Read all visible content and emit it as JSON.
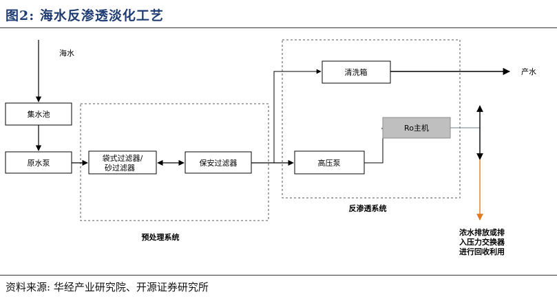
{
  "header": {
    "title": "图2:  海水反渗透淡化工艺"
  },
  "footer": {
    "source": "资料来源: 华经产业研究院、开源证券研究所"
  },
  "diagram": {
    "labels": {
      "seawater": "海水",
      "collection_pool": "集水池",
      "raw_pump": "原水泵",
      "bag_filter_line1": "袋式过滤器/",
      "bag_filter_line2": "砂过滤器",
      "security_filter": "保安过滤器",
      "cleaning_tank": "清洗箱",
      "high_pressure_pump": "高压泵",
      "ro_main": "Ro主机",
      "product_water": "产水",
      "pretreatment_system": "预处理系统",
      "ro_system": "反渗透系统",
      "brine_line1": "浓水排放或排",
      "brine_line2": "入压力交换器",
      "brine_line3": "进行回收利用"
    },
    "colors": {
      "ro_fill": "#bfbfbf",
      "ro_stroke": "#8c8c8c",
      "brine_arrow": "#e07b24",
      "line": "#000000",
      "dash": "#555555",
      "title": "#1f3b73"
    }
  }
}
